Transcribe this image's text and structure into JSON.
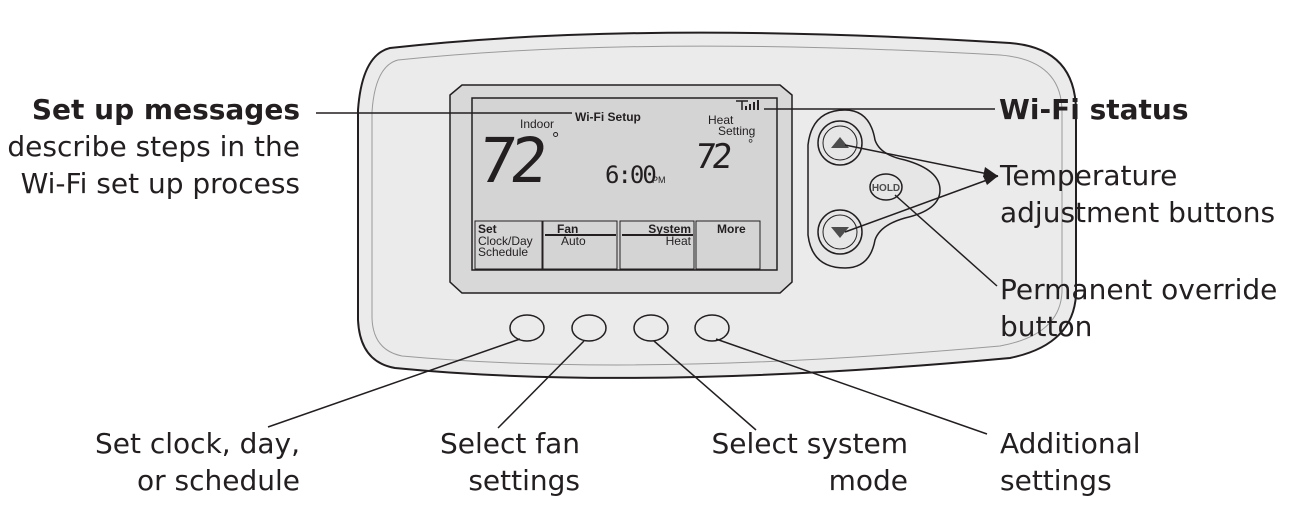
{
  "callouts": {
    "setup_messages": {
      "title": "Set up messages",
      "lines": [
        "describe steps in the",
        "Wi-Fi set up process"
      ]
    },
    "wifi_status": {
      "title": "Wi-Fi status"
    },
    "temp_buttons": {
      "lines": [
        "Temperature",
        "adjustment buttons"
      ]
    },
    "override": {
      "lines": [
        "Permanent override",
        "button"
      ]
    },
    "clock": {
      "lines": [
        "Set clock, day,",
        "or schedule"
      ]
    },
    "fan": {
      "lines": [
        "Select fan",
        "settings"
      ]
    },
    "system": {
      "lines": [
        "Select system",
        "mode"
      ]
    },
    "additional": {
      "lines": [
        "Additional",
        "settings"
      ]
    }
  },
  "display": {
    "indoor_label": "Indoor",
    "indoor_temp": "72",
    "degree": "°",
    "message": "Wi-Fi Setup",
    "heat_label": "Heat",
    "setting_label": "Setting",
    "setpoint_temp": "72",
    "time": "6:00",
    "ampm": "PM",
    "softkeys": [
      {
        "title": "Set",
        "lines": [
          "Clock/Day",
          "Schedule"
        ]
      },
      {
        "title": "Fan",
        "lines": [
          "Auto"
        ]
      },
      {
        "title": "System",
        "lines": [
          "Heat"
        ]
      },
      {
        "title": "More",
        "lines": []
      }
    ]
  },
  "hold_label": "HOLD",
  "icons": [
    "wifi-signal-icon",
    "up-arrow-icon",
    "down-arrow-icon"
  ]
}
